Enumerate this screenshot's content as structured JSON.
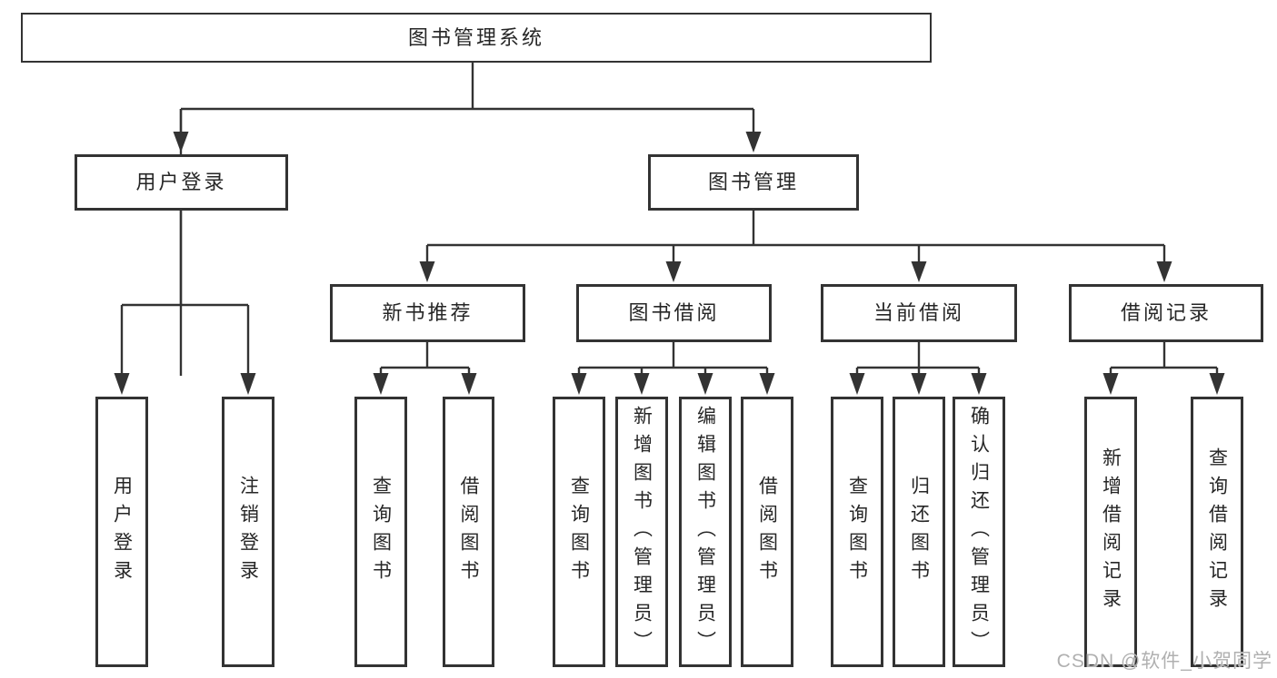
{
  "tree": {
    "root": {
      "label": "图书管理系统",
      "children": [
        {
          "label": "用户登录",
          "children": [
            {
              "label": "用户登录"
            },
            {
              "label": "注销登录"
            }
          ]
        },
        {
          "label": "图书管理",
          "children": [
            {
              "label": "新书推荐",
              "children": [
                {
                  "label": "查询图书"
                },
                {
                  "label": "借阅图书"
                }
              ]
            },
            {
              "label": "图书借阅",
              "children": [
                {
                  "label": "查询图书"
                },
                {
                  "label": "新增图书（管理员）"
                },
                {
                  "label": "编辑图书（管理员）"
                },
                {
                  "label": "借阅图书"
                }
              ]
            },
            {
              "label": "当前借阅",
              "children": [
                {
                  "label": "查询图书"
                },
                {
                  "label": "归还图书"
                },
                {
                  "label": "确认归还（管理员）"
                }
              ]
            },
            {
              "label": "借阅记录",
              "children": [
                {
                  "label": "新增借阅记录"
                },
                {
                  "label": "查询借阅记录"
                }
              ]
            }
          ]
        }
      ]
    }
  },
  "watermark": {
    "text": "CSDN @软件_小贺同学"
  },
  "colors": {
    "line": "#333333",
    "text": "#262626",
    "watermark": "#b0b0b0",
    "bg": "#ffffff"
  }
}
